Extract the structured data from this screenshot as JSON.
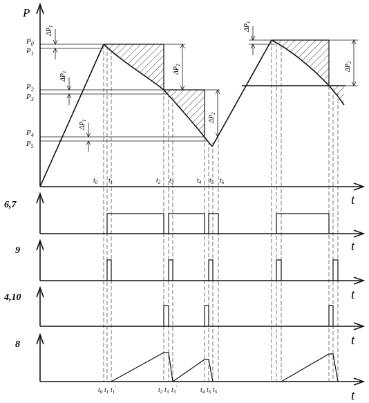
{
  "axes": {
    "p_label": "P",
    "t_label": "t"
  },
  "pressure_levels": [
    "P0",
    "P1",
    "P2",
    "P3",
    "P4",
    "P5"
  ],
  "pressure_labels": [
    {
      "main": "P",
      "sub": "0"
    },
    {
      "main": "P",
      "sub": "1"
    },
    {
      "main": "P",
      "sub": "2"
    },
    {
      "main": "P",
      "sub": "3"
    },
    {
      "main": "P",
      "sub": "4"
    },
    {
      "main": "P",
      "sub": "5"
    }
  ],
  "delta_labels": [
    {
      "main": "ΔP",
      "sub": "1"
    },
    {
      "main": "ΔP",
      "sub": "1"
    },
    {
      "main": "ΔP",
      "sub": "1"
    },
    {
      "main": "ΔP",
      "sub": "2"
    },
    {
      "main": "ΔP",
      "sub": "2"
    },
    {
      "main": "ΔP",
      "sub": "1"
    },
    {
      "main": "ΔP",
      "sub": "2"
    }
  ],
  "time_labels_top": [
    {
      "main": "t",
      "sub": "0"
    },
    {
      "main": "t",
      "sub": "1"
    },
    {
      "main": "t",
      "sub": "2"
    },
    {
      "main": "t",
      "sub": "3"
    },
    {
      "main": "t",
      "sub": "4"
    },
    {
      "main": "t",
      "sub": "5"
    },
    {
      "main": "t",
      "sub": "6"
    }
  ],
  "time_labels_bottom": [
    {
      "main": "t",
      "sub": "0"
    },
    {
      "main": "t",
      "sub": "1"
    },
    {
      "main": "t",
      "sub": "1"
    },
    {
      "main": "t",
      "sub": "2"
    },
    {
      "main": "t",
      "sub": "3"
    },
    {
      "main": "t",
      "sub": "3"
    },
    {
      "main": "t",
      "sub": "4"
    },
    {
      "main": "t",
      "sub": "5"
    },
    {
      "main": "t",
      "sub": "5"
    }
  ],
  "rows": [
    {
      "label": "6,7"
    },
    {
      "label": "9"
    },
    {
      "label": "4,10"
    },
    {
      "label": "8"
    }
  ]
}
